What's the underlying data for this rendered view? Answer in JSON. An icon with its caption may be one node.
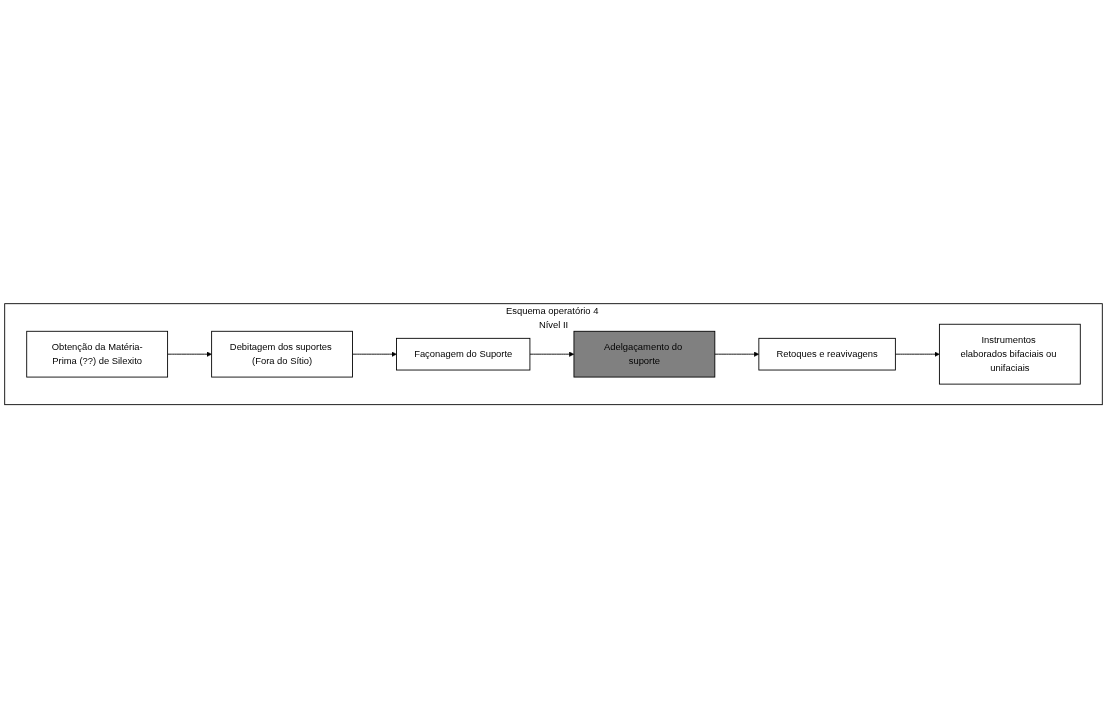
{
  "diagram": {
    "nodes": [
      {
        "text": [
          "Esquema operatório 4 Nível II"
        ]
      },
      {
        "text": [
          "Obtenção da Matéria-Prima (??) de Silexito"
        ],
        "in": 0
      },
      {
        "text": [
          "Debitagem dos suportes (Fora do Sítio)"
        ],
        "in": 0
      },
      {
        "text": [
          "Façonagem do Suporte"
        ],
        "in": 0
      },
      {
        "text": [
          "Retoques e reavivagens"
        ],
        "in": 0
      },
      {
        "text": [
          "Adelgaçamento do suporte"
        ],
        "in": 0
      },
      {
        "text": [
          "Instrumentos elaborados bifaciais ou unifaciais"
        ],
        "in": 0
      }
    ],
    "edges": [
      {
        "from": 1,
        "to": 2,
        "arrow": "to"
      },
      {
        "from": 2,
        "to": 3,
        "arrow": "to"
      },
      {
        "from": 3,
        "to": 5,
        "arrow": "to"
      },
      {
        "from": 5,
        "to": 4,
        "arrow": "to"
      },
      {
        "from": 4,
        "to": 6,
        "arrow": "to"
      }
    ]
  }
}
